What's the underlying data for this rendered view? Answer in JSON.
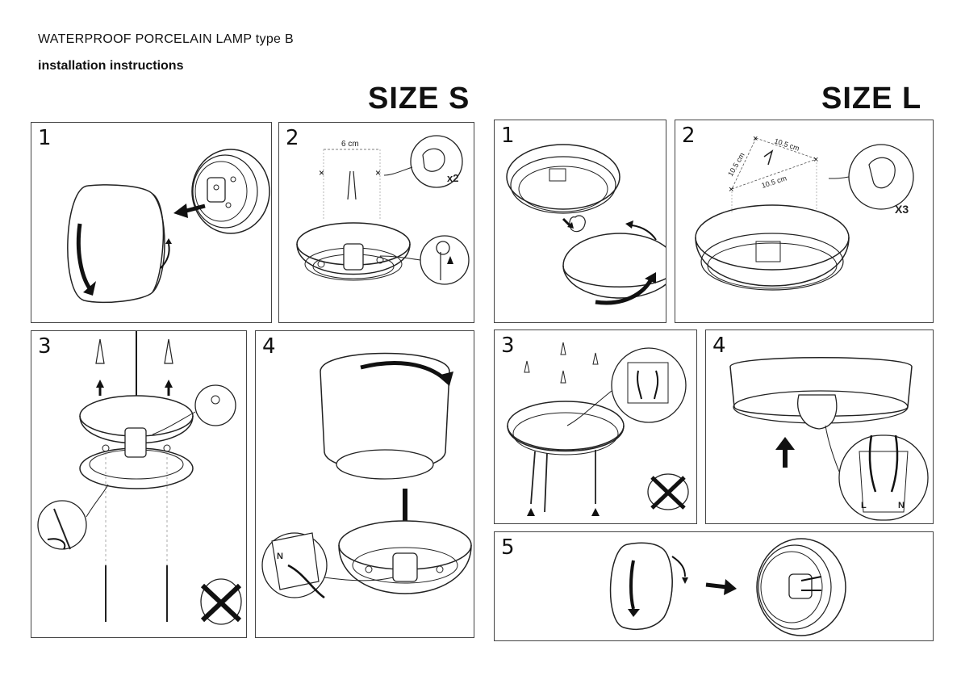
{
  "header": {
    "title": "WATERPROOF PORCELAIN LAMP type B",
    "subtitle": "installation instructions"
  },
  "sections": {
    "size_s": "SIZE S",
    "size_l": "SIZE L"
  },
  "steps": {
    "s1": "1",
    "s2": "2",
    "s3": "3",
    "s4": "4",
    "l1": "1",
    "l2": "2",
    "l3": "3",
    "l4": "4",
    "l5": "5"
  },
  "labels": {
    "s_distance": "6 cm",
    "s_multiplier": "x2",
    "l_distance_a": "10.5 cm",
    "l_distance_b": "10.5 cm",
    "l_distance_c": "10.5 cm",
    "l_multiplier": "X3",
    "neutral": "N",
    "live": "L",
    "neutral_l": "N"
  }
}
